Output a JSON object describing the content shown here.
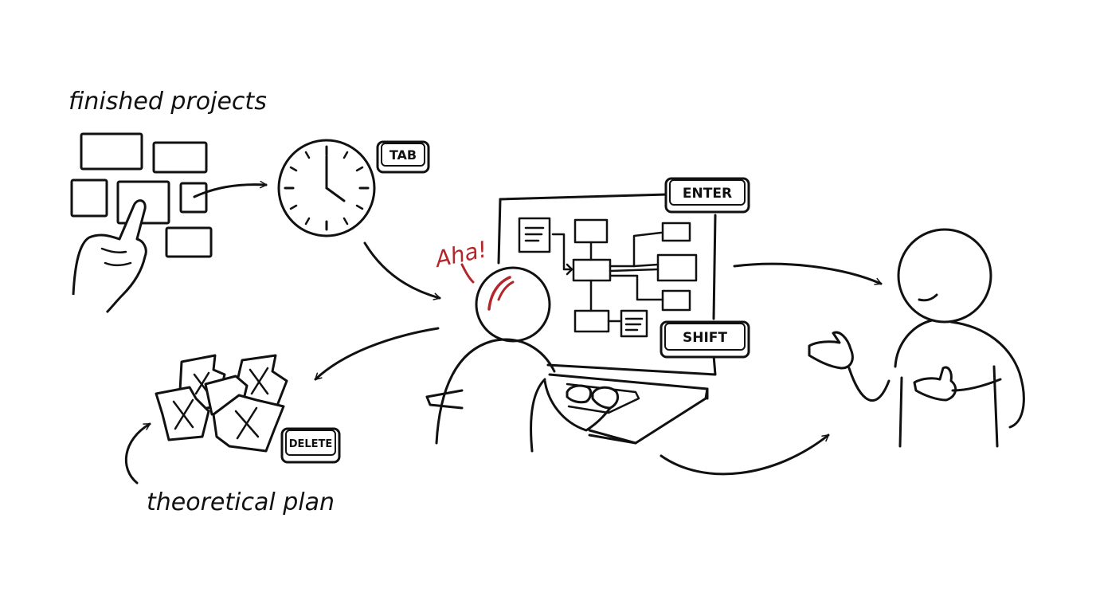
{
  "labels": {
    "finished_projects": "finished projects",
    "theoretical_plan": "theoretical plan",
    "exclamation": "Aha!"
  },
  "keys": {
    "tab": "TAB",
    "enter": "ENTER",
    "shift": "SHIFT",
    "delete": "DELETE"
  },
  "colors": {
    "ink": "#111111",
    "accent_red": "#b3262b",
    "background": "#ffffff"
  },
  "icons": [
    "project-card-icon",
    "pointing-hand-icon",
    "clock-icon",
    "computer-screen-icon",
    "flowchart-icon",
    "crumpled-paper-icon",
    "person-icon",
    "arrow-icon"
  ]
}
